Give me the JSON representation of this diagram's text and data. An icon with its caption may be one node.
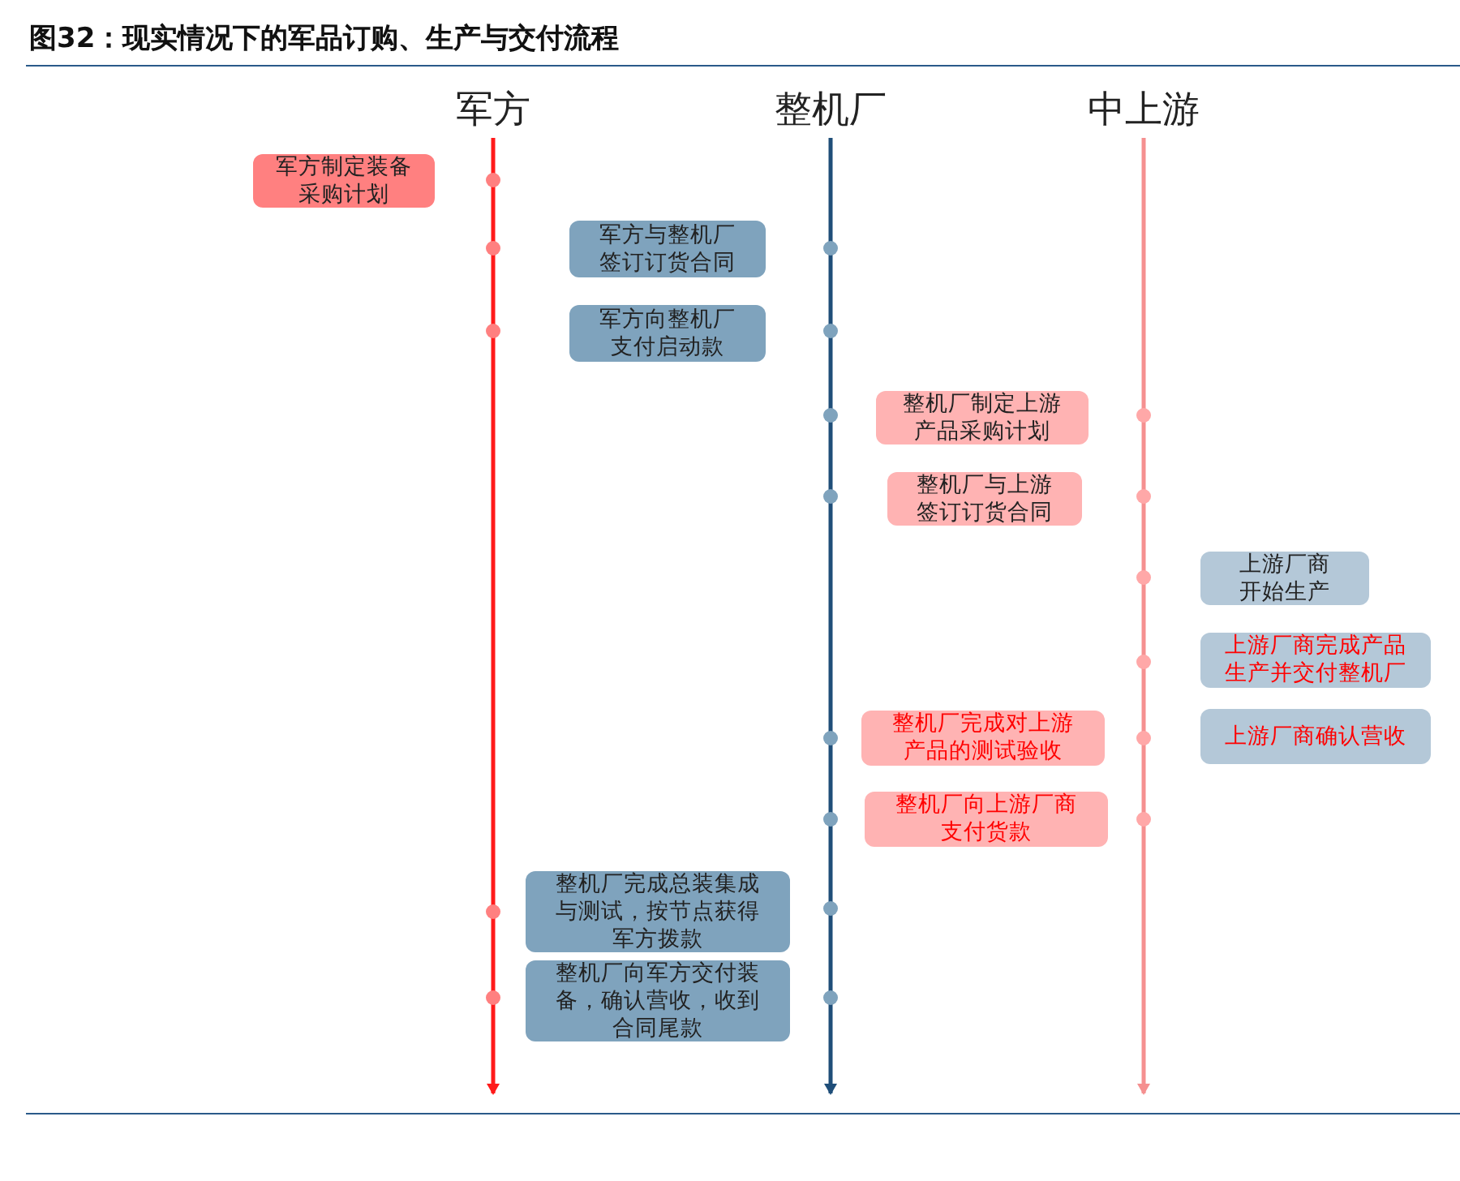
{
  "diagram": {
    "title": "图32：现实情况下的军品订购、生产与交付流程",
    "nodes": [
      {
        "text": [
          "军方"
        ]
      },
      {
        "text": [
          "整机厂"
        ]
      },
      {
        "text": [
          "中上游"
        ]
      },
      {
        "text": [
          "军方制定装备采购计划"
        ]
      },
      {
        "text": [
          "军方与整机厂签订订货合同"
        ]
      },
      {
        "text": [
          "军方向整机厂支付启动款"
        ]
      },
      {
        "text": [
          "整机厂制定上游产品采购计划"
        ]
      },
      {
        "text": [
          "整机厂与上游签订订货合同"
        ]
      },
      {
        "text": [
          "上游厂商开始生产"
        ]
      },
      {
        "text": [
          "上游厂商完成产品生产并交付整机厂"
        ]
      },
      {
        "text": [
          "整机厂完成对上游产品的测试验收"
        ]
      },
      {
        "text": [
          "上游厂商确认营收"
        ]
      },
      {
        "text": [
          "整机厂向上游厂商支付货款"
        ]
      },
      {
        "text": [
          "整机厂完成总装集成与测试，按节点获得军方拨款"
        ]
      },
      {
        "text": [
          "整机厂向军方交付装备，确认营收，收到合同尾款"
        ]
      }
    ],
    "edges": [
      {
        "from": 0,
        "to": null,
        "arrow": "to",
        "color": "#ff1a1a"
      },
      {
        "from": 1,
        "to": null,
        "arrow": "to",
        "color": "#1f4e79"
      },
      {
        "from": 2,
        "to": null,
        "arrow": "to",
        "color": "#f59090"
      }
    ]
  }
}
